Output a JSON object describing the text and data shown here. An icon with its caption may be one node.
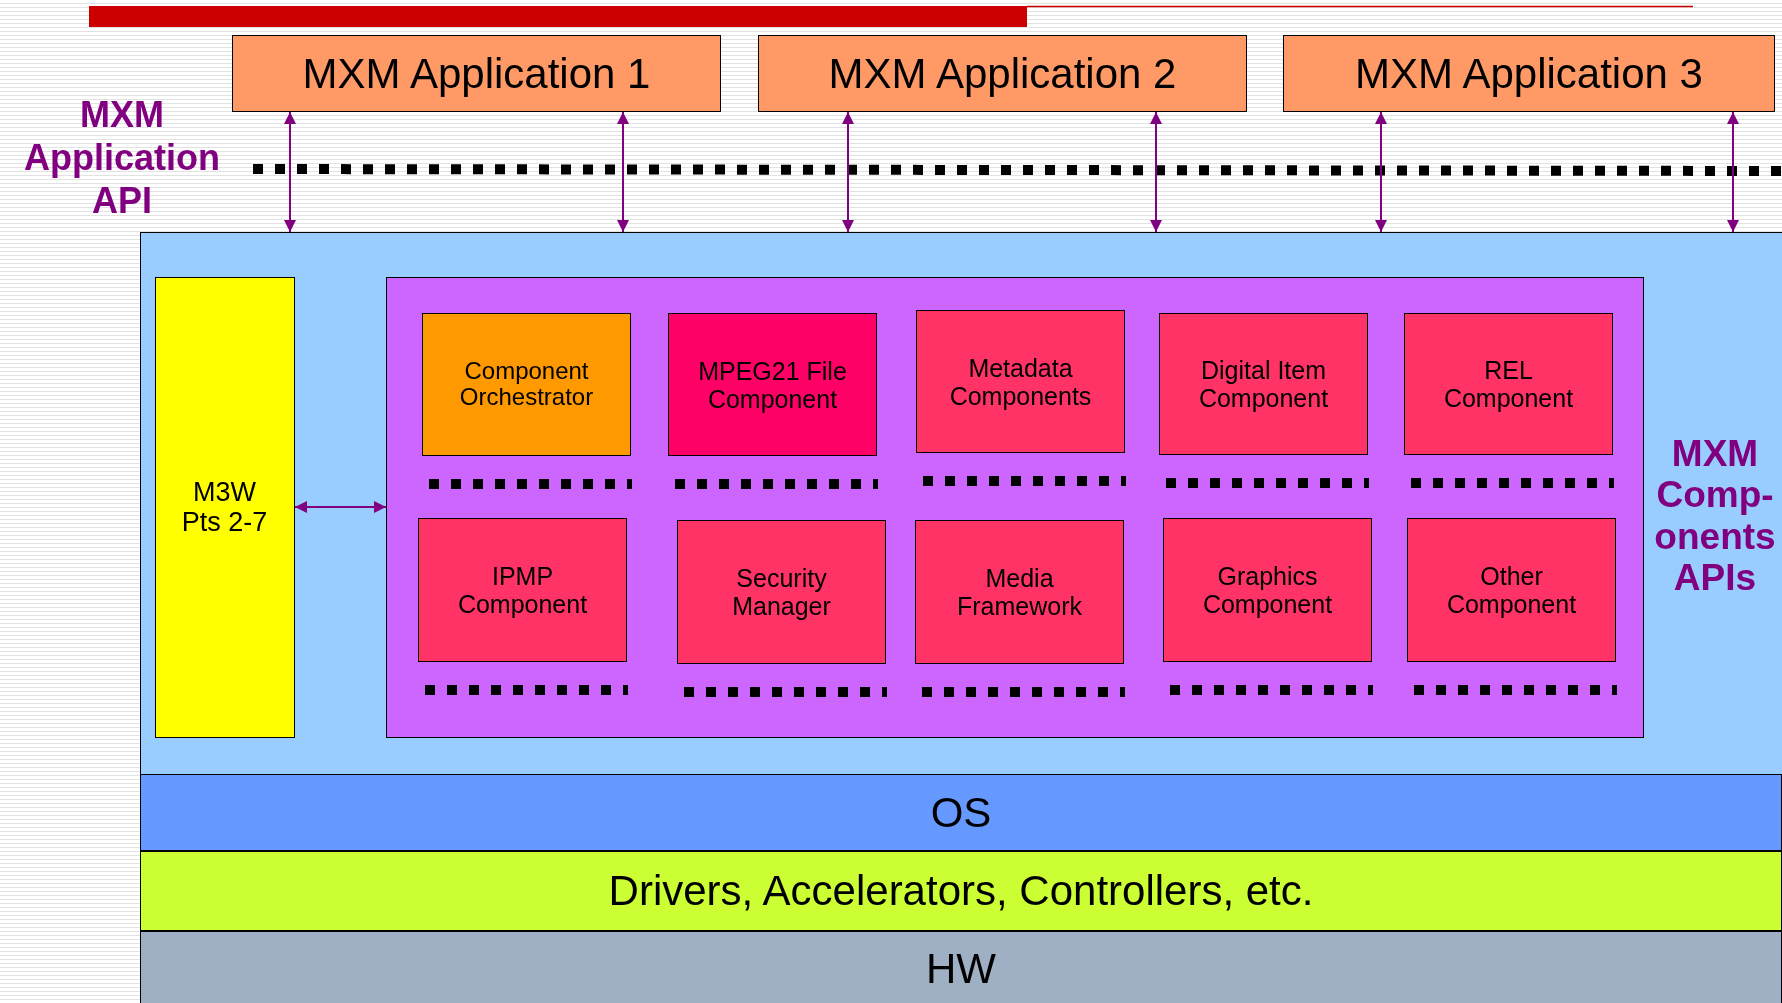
{
  "diagram": {
    "nodes": [
      {
        "text": [
          "MXM Application 1"
        ]
      },
      {
        "text": [
          "MXM Application 2"
        ]
      },
      {
        "text": [
          "MXM Application 3"
        ]
      },
      {
        "text": [
          "MXM Comp- onents APIs"
        ]
      },
      {
        "text": [
          "M3W Pts 2-7"
        ],
        "in": 3
      },
      {
        "text": [],
        "shape": "box",
        "in": 3
      },
      {
        "text": [
          "Component Orchestrator"
        ],
        "in": 5
      },
      {
        "text": [
          "MPEG21 File Component"
        ],
        "in": 5
      },
      {
        "text": [
          "Metadata Components"
        ],
        "in": 5
      },
      {
        "text": [
          "Digital Item Component"
        ],
        "in": 5
      },
      {
        "text": [
          "REL Component"
        ],
        "in": 5
      },
      {
        "text": [
          "IPMP Component"
        ],
        "in": 5
      },
      {
        "text": [
          "Security Manager"
        ],
        "in": 5
      },
      {
        "text": [
          "Media Framework"
        ],
        "in": 5
      },
      {
        "text": [
          "Graphics Component"
        ],
        "in": 5
      },
      {
        "text": [
          "Other Component"
        ],
        "in": 5
      },
      {
        "text": [
          "OS"
        ]
      },
      {
        "text": [
          "Drivers, Accelerators, Controllers, etc."
        ]
      },
      {
        "text": [
          "HW"
        ]
      }
    ],
    "edges": [
      {
        "from": 0,
        "to": 3,
        "arrow": "both"
      },
      {
        "from": 0,
        "to": 3,
        "arrow": "both"
      },
      {
        "from": 1,
        "to": 3,
        "arrow": "both"
      },
      {
        "from": 1,
        "to": 3,
        "arrow": "both"
      },
      {
        "from": 2,
        "to": 3,
        "arrow": "both"
      },
      {
        "from": 2,
        "to": 3,
        "arrow": "both"
      },
      {
        "from": 4,
        "to": 5,
        "arrow": "both"
      }
    ],
    "labels": [
      "MXM Application API"
    ]
  }
}
